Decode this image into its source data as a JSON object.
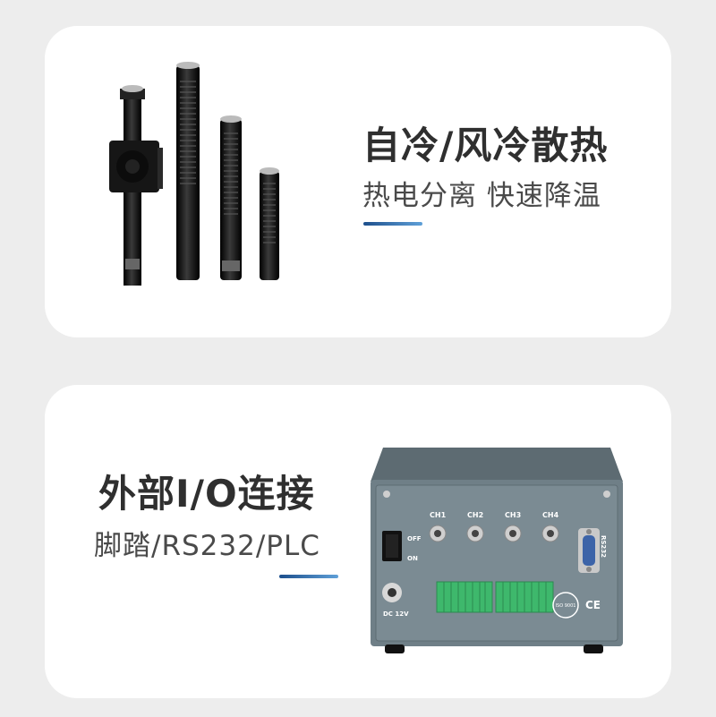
{
  "cards": [
    {
      "title": "自冷/风冷散热",
      "subtitle": "热电分离 快速降温",
      "image": "coaxial-light-tubes"
    },
    {
      "title": "外部I/O连接",
      "subtitle": "脚踏/RS232/PLC",
      "image": "light-controller-rear-panel"
    }
  ],
  "controller_panel": {
    "channels": [
      "CH1",
      "CH2",
      "CH3",
      "CH4"
    ],
    "switch_off": "OFF",
    "switch_on": "ON",
    "serial_port": "RS232",
    "power_label": "DC 12V",
    "ce_mark": "CE",
    "iso_badge": "ISO 9001"
  },
  "colors": {
    "page_background": "#ededed",
    "card_background": "#ffffff",
    "accent_gradient_start": "#1d4f8c",
    "accent_gradient_end": "#5fa0d8",
    "controller_body": "#6f7f87",
    "terminal_green": "#3eb86c"
  }
}
